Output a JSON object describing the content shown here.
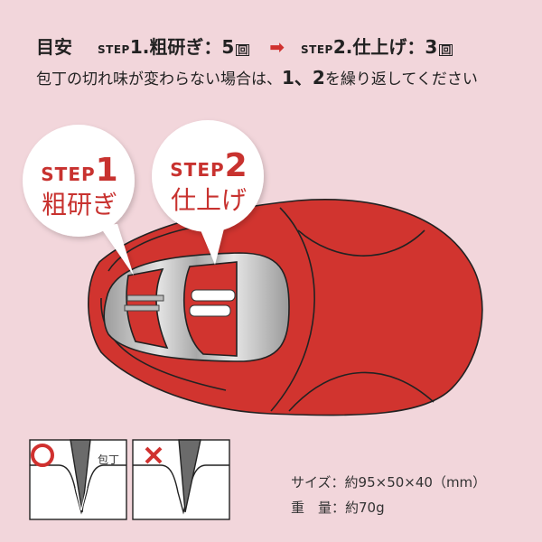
{
  "header": {
    "guide_label": "目安",
    "step1": {
      "prefix": "STEP",
      "number": "1.",
      "name": "粗研ぎ",
      "sep": "：",
      "count": "5",
      "unit": "回"
    },
    "arrow_icon": "right-arrow-icon",
    "step2": {
      "prefix": "STEP",
      "number": "2.",
      "name": "仕上げ",
      "sep": "：",
      "count": "3",
      "unit": "回"
    },
    "note_pre": "包丁の切れ味が変わらない場合は、",
    "note_nums": "1、2",
    "note_post": "を繰り返してください"
  },
  "bubbles": [
    {
      "step": "STEP",
      "number": "1",
      "label": "粗研ぎ"
    },
    {
      "step": "STEP",
      "number": "2",
      "label": "仕上げ"
    }
  ],
  "diagram": {
    "good_mark": "○",
    "bad_mark": "×",
    "knife_label": "包丁"
  },
  "specs": {
    "size": "サイズ：約95×50×40（mm）",
    "weight": "重　量：約70g"
  },
  "colors": {
    "background": "#f2d6db",
    "accent_red": "#d0312f",
    "body_red": "#d1342f"
  }
}
